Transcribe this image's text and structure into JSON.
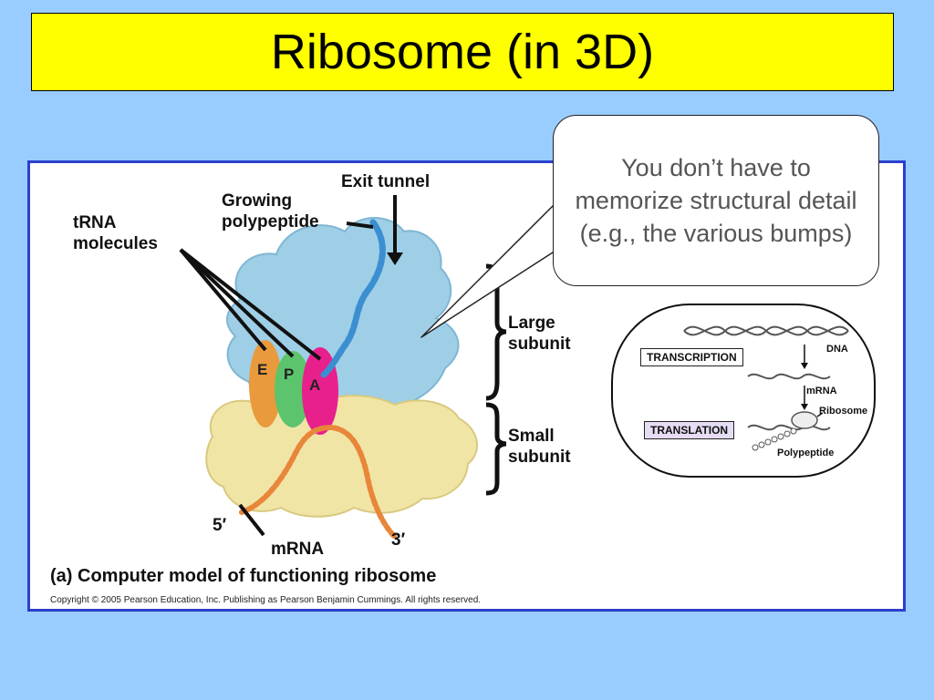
{
  "slide": {
    "title": "Ribosome (in 3D)",
    "colors": {
      "background": "#99ccff",
      "title_box": "#ffff00",
      "frame_border": "#2b3fcf"
    }
  },
  "figure": {
    "labels": {
      "exit_tunnel": "Exit tunnel",
      "growing_polypeptide_line1": "Growing",
      "growing_polypeptide_line2": "polypeptide",
      "trna_line1": "tRNA",
      "trna_line2": "molecules",
      "large_subunit_line1": "Large",
      "large_subunit_line2": "subunit",
      "small_subunit_line1": "Small",
      "small_subunit_line2": "subunit",
      "site_e": "E",
      "site_p": "P",
      "site_a": "A",
      "five_prime": "5′",
      "three_prime": "3′",
      "mrna": "mRNA"
    },
    "caption": "(a) Computer model of functioning ribosome",
    "copyright": "Copyright © 2005 Pearson Education, Inc. Publishing as Pearson Benjamin Cummings. All rights reserved.",
    "colors": {
      "large_subunit": "#9fcfe6",
      "small_subunit": "#f1e5a6",
      "site_e": "#e89a3c",
      "site_p": "#5cc46c",
      "site_a": "#e8208c"
    }
  },
  "callout": {
    "text": "You don’t have to memorize structural detail (e.g., the various bumps)"
  },
  "flow_diagram": {
    "transcription": "TRANSCRIPTION",
    "translation": "TRANSLATION",
    "dna": "DNA",
    "mrna": "mRNA",
    "ribosome": "Ribosome",
    "polypeptide": "Polypeptide"
  }
}
